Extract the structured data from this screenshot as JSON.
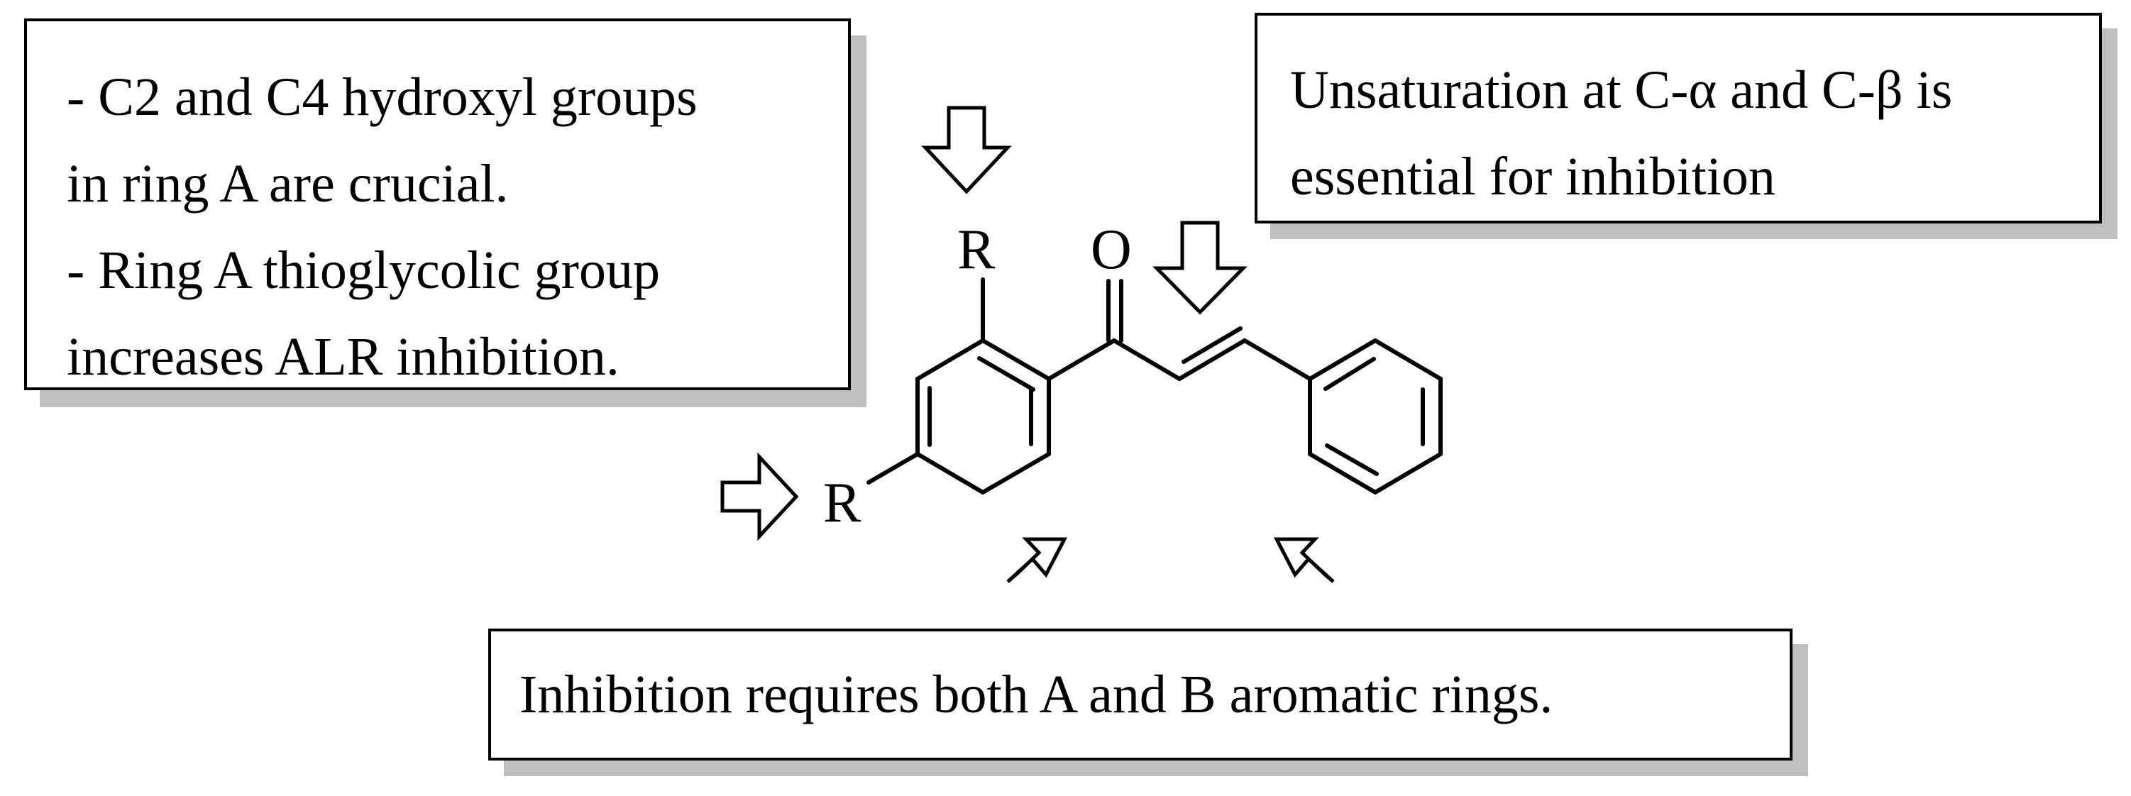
{
  "annotations": {
    "top_left": {
      "lines": [
        "- C2 and C4 hydroxyl groups",
        "in ring A are crucial.",
        "- Ring A thioglycolic group",
        "increases ALR inhibition."
      ]
    },
    "top_right": {
      "lines": [
        "Unsaturation at C-α and C-β is",
        "essential for inhibition"
      ]
    },
    "bottom": {
      "text": "Inhibition requires both A and B aromatic rings."
    }
  },
  "molecule": {
    "labels": {
      "r_top": "R",
      "r_left": "R",
      "carbonyl_oxygen": "O"
    },
    "arrows": [
      "down",
      "down",
      "right",
      "up-right",
      "up-left"
    ]
  }
}
